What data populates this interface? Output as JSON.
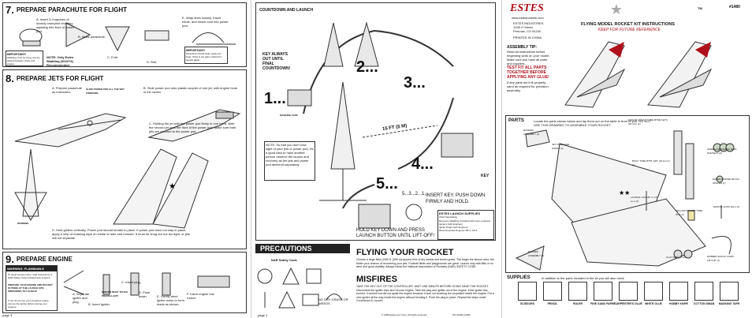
{
  "panel1": {
    "step7": {
      "num": "7.",
      "title": "PREPARE PARACHUTE FOR FLIGHT",
      "a": "A. Insert 3-4 squares of loosely crumpled recovery wadding into front of power pod.",
      "b": "B. Spike parachute.",
      "c": "C. Fold.",
      "d": "D. Roll.",
      "e": "E. Wrap lines loosely. Insert chute, and shock cord into power pod.",
      "important_title": "IMPORTANT:",
      "important": "Wadding must be snug, and be placed between chute and engine.",
      "note": "NOTE: Only Estes Wadding (302274) Recommended.",
      "important2_title": "IMPORTANT:",
      "important2": "Parachute should slide easily into body. If this is too tight, refold and repack again."
    },
    "step8": {
      "num": "8.",
      "title": "PREPARE JETS FOR FLIGHT",
      "a": "A. Prepare parachute as instructed.",
      "slide": "SLIDE POWER POD ALL THE WAY FORWARD.",
      "b": "B. Slide power pod onto plastic coupler of one jet, with engine hook in the center.",
      "c": "C. Holding the jet with the power pod firmly in one hand, slide the second jet onto the front of the power pod. Make sure both jets are secured to the power pod.",
      "wadding": "WADDING",
      "d": "D. Hold gliders vertically. Power pod should remain in place. If power pod does not stay in place, apply a strip of masking tape on inside of tube and reinsert. It must be snug but not too tight, or jets will not separate."
    },
    "step9": {
      "num": "9.",
      "title": "PREPARE ENGINE",
      "warning": "WARNING: FLAMMABLE",
      "warning_text": "To avoid serious injury, read instructions & NAR Safety Code included with engines.",
      "prepare": "PREPARE YOUR ENGINE AND ROCKET OUTSIDE AT THE LAUNCH SITE PREPARING TO LAUNCH!",
      "fumes": "If you do not use your prepared engine, remove the igniter before storing your engines.",
      "a": "A. Separate igniter and plug.",
      "b": "B. Insert igniter.",
      "c": "C. Insert plug.",
      "ignite": "IGNITER MUST TOUCH PROPELLANT!",
      "d": "D. Push down.",
      "e": "E. Gently bend igniter wires to form leads as shown.",
      "f": "F. Insert engine into rocket."
    },
    "footer": "page 3"
  },
  "panel2": {
    "countdown": "COUNTDOWN AND LAUNCH",
    "key_always": "KEY ALWAYS OUT UNTIL FINAL COUNTDOWN!",
    "n1": "1...",
    "n2": "2...",
    "n3": "3...",
    "n4": "4...",
    "n5": "5...",
    "masking": "MASKING TAPE",
    "fifteen": "15 FT (5 M)",
    "note": "NOTE: So that you don't lose sight of your jets or power pod, it's a good idea to have another person observe the launch and recovery as the jets and power pod descend separately.",
    "key": "KEY",
    "insert_key": "INSERT KEY. PUSH DOWN FIRMLY AND HOLD.",
    "count_small": "5...3...2...1...",
    "hold_key": "HOLD KEY DOWN AND PRESS LAUNCH BUTTON UNTIL LIFT-OFF!",
    "supplies_title": "ESTES LAUNCH SUPPLIES",
    "supplies_sub": "(Sold Separately)",
    "supplies": [
      "Recovery Wadding (Included with some engines)",
      "Igniters (with Engines)",
      "Igniter Plugs (with Engines)",
      "Recommended Engines: B6-4, C6-4"
    ],
    "precautions": "PRECAUTIONS",
    "nar": "NAR Safety Code",
    "flying": "FLYING YOUR ROCKET",
    "flying_text": "Choose a large field (1000 ft. [305 m] square) free of dry weeds and brown grass. The larger the launch area, the better your chance of recovering your jets. Football fields and playgrounds are great. Launch only with little or no wind and good visibility. Always follow the National Association of Rocketry (NAR) SAFETY CODE.",
    "misfires": "MISFIRES",
    "misfires_text": "TAKE THE KEY OUT OF THE CONTROLLER. WAIT ONE MINUTE BEFORE GOING NEAR THE ROCKET. Disconnect the igniter clips and remove engine. Take the plug and igniter out of the engine. If the igniter has burned, it worked but did not ignite the engine because it was not touching the propellant inside the engine. Put a new igniter all the way inside the engine without bending it. Push the plug in place. Repeat the steps under Countdown & Launch.",
    "nodry": "NO DRY GRASS OR WEEDS",
    "footer_left": "page 2",
    "copyright": "© 2006 Estes-Cox Corp. All rights reserved.",
    "footer_right": "PN 01400 (1230)"
  },
  "panel3": {
    "logo": "ESTES",
    "url": "www.estesrockets.com",
    "company": "ESTES INDUSTRIES",
    "addr1": "1295 H Street",
    "addr2": "Penrose, CO 81240",
    "printed": "PRINTED IN CHINA",
    "tm": "TM",
    "kit_no": "#1480",
    "kit_title": "FLYING MODEL ROCKET KIT INSTRUCTIONS",
    "keep": "KEEP FOR FUTURE REFERENCE",
    "tip_title": "ASSEMBLY TIP:",
    "tip": "Read all instructions before beginning work on your model. Make sure you have all parts and supplies.",
    "test_title": "TEST FIT ALL PARTS TOGETHER BEFORE APPLYING ANY GLUE!",
    "test": "If any parts don't fit properly, sand as required for precision assembly.",
    "parts": "PARTS",
    "parts_text": "Locate the parts shown below and lay them out on the table in front of you. DO NOT USE THIS DRAWING TO ASSEMBLE YOUR ROCKET.",
    "p_rudder1": "RUDDER ASSEMBLY (1)",
    "p_jetfuse": "JET FUSELAGE WINGS (2)",
    "p_mount": "ENGINE MOUNT TUBE BT5/ET-ETS (20 mm) (1)",
    "p_body": "BODY TUBE BT55 .625\" (15.9 mm) (1)",
    "p_green_rings": "GREEN CENTERING RING PAK/SETS (3)",
    "p_green_block": "GREEN ENGINE BLOCK SPACER (1)",
    "p_lug": "LAUNCH LUG 1/8\" X 1.5\" LL-2 (1)",
    "p_yellow": "YELLOW SPACER TUBE ST-2 (1)",
    "p_hook": "ENGINE HOOK EH-2 (1)",
    "p_rudder2": "RUDDER ASSEMBLY (1)",
    "p_clay": "CLAY WEIGHT (2)",
    "p_shock": "RUBBER SHOCK CORD 1/8\"X18\" (1)",
    "supplies_title": "SUPPLIES",
    "supplies_text": "In addition to the parts included in the kit you will also need:",
    "supplies": [
      "SCISSORS",
      "PENCIL",
      "RULER",
      "FINE SAND PAPER",
      "CARPENTER'S GLUE",
      "WHITE GLUE",
      "HOBBY KNIFE",
      "COTTON SWAB",
      "MASKING TAPE"
    ]
  },
  "colors": {
    "accent_red": "#b0101a",
    "dark": "#222222"
  }
}
